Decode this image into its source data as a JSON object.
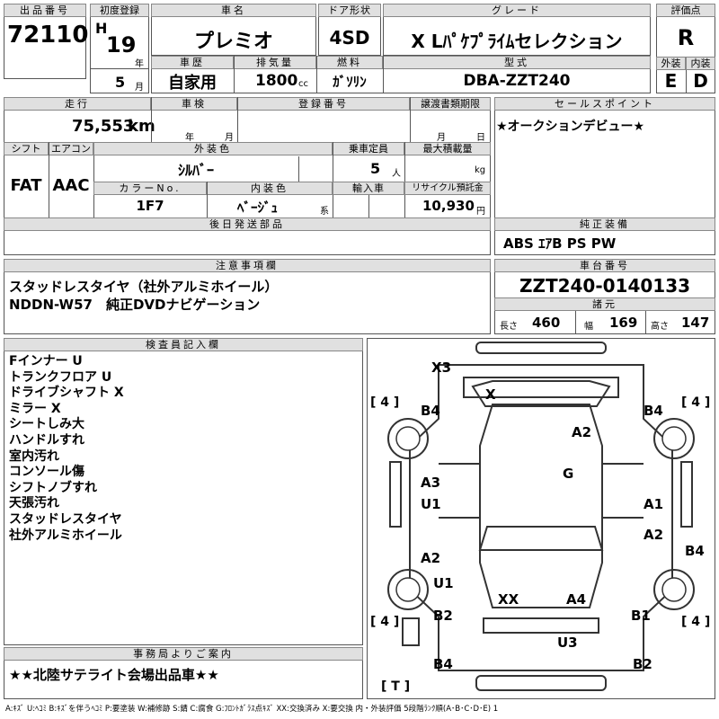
{
  "listing": {
    "lot_label": "出品番号",
    "lot": "72110",
    "first_reg_label": "初度登録",
    "era": "H",
    "year": "19",
    "year_unit": "年",
    "month": "5",
    "month_unit": "月",
    "model_label": "車名",
    "model": "プレミオ",
    "door_label": "ドア形状",
    "door": "4SD",
    "grade_label": "グレード",
    "grade": "X Lﾊﾟｹﾌﾟﾗｲﾑセレクション",
    "score_label": "評価点",
    "score": "R",
    "history_label": "車歴",
    "history": "自家用",
    "displacement_label": "排気量",
    "displacement": "1800",
    "displacement_unit": "cc",
    "fuel_label": "燃料",
    "fuel": "ｶﾞｿﾘﾝ",
    "type_label": "型式",
    "type": "DBA-ZZT240",
    "ext_label": "外装",
    "ext_grade": "E",
    "int_label": "内装",
    "int_grade": "D"
  },
  "details": {
    "mileage_label": "走行",
    "mileage": "75,553",
    "mileage_unit": "km",
    "inspection_label": "車検",
    "year_unit": "年",
    "month_unit": "月",
    "day_unit": "日",
    "regno_label": "登録番号",
    "transfer_label": "譲渡書類期限",
    "shift_label": "シフト",
    "shift": "FAT",
    "ac_label": "エアコン",
    "ac": "AAC",
    "color_label": "外装色",
    "color": "ｼﾙﾊﾞｰ",
    "capacity_label": "乗車定員",
    "capacity": "5",
    "capacity_unit": "人",
    "load_label": "最大積載量",
    "load_unit": "kg",
    "colorno_label": "カラーNo.",
    "colorno": "1F7",
    "interior_label": "内装色",
    "interior": "ﾍﾞｰｼﾞｭ",
    "interior_unit": "系",
    "import_label": "輸入車",
    "recycle_label": "リサイクル預託金",
    "recycle": "10,930",
    "recycle_unit": "円",
    "later_label": "後日発送部品"
  },
  "sales": {
    "label": "セールスポイント",
    "text": "★オークションデビュー★"
  },
  "equipment": {
    "label": "純正装備",
    "text": "ABS ｴｱB PS PW"
  },
  "caution": {
    "label": "注意事項欄",
    "line1": "スタッドレスタイヤ（社外アルミホイール）",
    "line2": "NDDN-W57　純正DVDナビゲーション"
  },
  "chassis": {
    "label": "車台番号",
    "number": "ZZT240-0140133"
  },
  "specs": {
    "label": "諸元",
    "length_label": "長さ",
    "length": "460",
    "width_label": "幅",
    "width": "169",
    "height_label": "高さ",
    "height": "147"
  },
  "inspector": {
    "label": "検査員記入欄",
    "notes": [
      "Fインナー U",
      "トランクフロア U",
      "ドライブシャフト X",
      "ミラー X",
      "シートしみ大",
      "ハンドルすれ",
      "室内汚れ",
      "コンソール傷",
      "シフトノブすれ",
      "天張汚れ",
      "スタッドレスタイヤ",
      "社外アルミホイール"
    ]
  },
  "office": {
    "label": "事務局よりご案内",
    "text": "★★北陸サテライト会場出品車★★"
  },
  "diagram": {
    "marks": {
      "x3": "X3",
      "x": "X",
      "b4_tl": "B4",
      "b4_tr": "B4",
      "a2_hood": "A2",
      "g": "G",
      "a3": "A3",
      "u1_l": "U1",
      "a1": "A1",
      "a2_r": "A2",
      "b4_r": "B4",
      "a2_l": "A2",
      "u1_l2": "U1",
      "xx": "XX",
      "a4": "A4",
      "b2_l": "B2",
      "b1": "B1",
      "u3": "U3",
      "b4_bl": "B4",
      "b2_br": "B2"
    },
    "tire_tl": "[ 4 ]",
    "tire_tr": "[ 4 ]",
    "tire_bl": "[ 4 ]",
    "tire_br": "[ 4 ]",
    "spare": "[ T ]"
  },
  "legend": "A:ｷｽﾞ U:ﾍｺﾐ B:ｷｽﾞを伴うﾍｺﾐ P:要塗装 W:補修跡 S:錆 C:腐食 G:ﾌﾛﾝﾄｶﾞﾗｽ点ｷｽﾞ XX:交換済み X:要交換 内・外装評価 5段階ﾗﾝｸ順(A･B･C･D･E) 1"
}
